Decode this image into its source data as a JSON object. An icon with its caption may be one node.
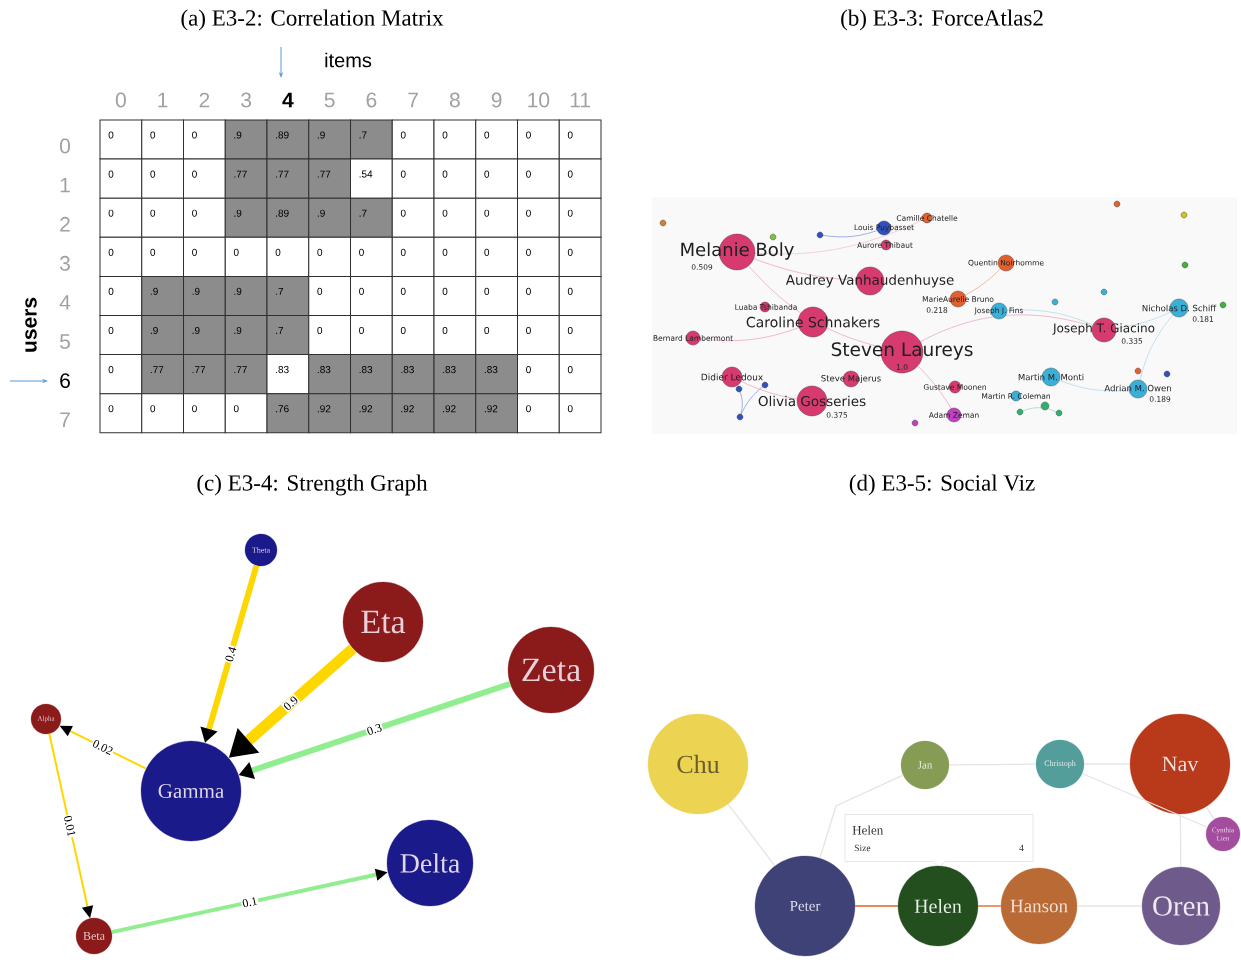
{
  "diagram": {
    "nodes": [
      {
        "text": [
          "Theta"
        ]
      },
      {
        "text": [
          "Eta"
        ]
      },
      {
        "text": [
          "Zeta"
        ]
      },
      {
        "text": [
          "Alpha"
        ]
      },
      {
        "text": [
          "Gamma"
        ]
      },
      {
        "text": [
          "Delta"
        ]
      },
      {
        "text": [
          "Beta"
        ]
      },
      {
        "text": [
          "Chu"
        ]
      },
      {
        "text": [
          "Jan"
        ]
      },
      {
        "text": [
          "Christoph"
        ]
      },
      {
        "text": [
          "Nav"
        ]
      },
      {
        "text": [
          "Cynthia Lien"
        ]
      },
      {
        "text": [
          "Helen",
          "Size",
          "4"
        ]
      },
      {
        "text": [
          "Peter"
        ]
      },
      {
        "text": [
          "Helen"
        ]
      },
      {
        "text": [
          "Hanson"
        ]
      },
      {
        "text": [
          "Oren"
        ]
      }
    ],
    "edges": [
      {
        "from": 0,
        "to": 4,
        "arrow": "to",
        "label": "0.4",
        "style": "thick",
        "color": "#ffd700"
      },
      {
        "from": 1,
        "to": 4,
        "arrow": "to",
        "label": "0.9",
        "style": "thick",
        "color": "#ffd700"
      },
      {
        "from": 2,
        "to": 4,
        "arrow": "to",
        "label": "0.3",
        "style": "thick",
        "color": "#90ee90"
      },
      {
        "from": 4,
        "to": 3,
        "arrow": "to",
        "label": "0.02",
        "color": "#ffd700"
      },
      {
        "from": 3,
        "to": 6,
        "arrow": "to",
        "label": "0.01",
        "color": "#ffd700"
      },
      {
        "from": 6,
        "to": 5,
        "arrow": "to",
        "label": "0.1",
        "style": "thick",
        "color": "#90ee90"
      },
      {
        "from": 7,
        "to": 13,
        "arrow": "none"
      },
      {
        "from": 8,
        "to": 13,
        "arrow": "none"
      },
      {
        "from": 8,
        "to": 9,
        "arrow": "none"
      },
      {
        "from": 9,
        "to": 10,
        "arrow": "none"
      },
      {
        "from": 9,
        "to": 11,
        "arrow": "none"
      },
      {
        "from": 10,
        "to": 11,
        "arrow": "none"
      },
      {
        "from": 10,
        "to": 16,
        "arrow": "none"
      },
      {
        "from": 13,
        "to": 14,
        "arrow": "none",
        "color": "#e0601e"
      },
      {
        "from": 14,
        "to": 15,
        "arrow": "none",
        "color": "#e0601e"
      },
      {
        "from": 15,
        "to": 16,
        "arrow": "none"
      }
    ],
    "labels": [
      "(a) E3-2: Correlation Matrix",
      "(b) E3-3: ForceAtlas2",
      "items",
      "0",
      "1",
      "2",
      "3",
      "4",
      "5",
      "6",
      "7",
      "8",
      "9",
      "10",
      "11",
      "users",
      "0",
      "0",
      "0",
      "0",
      ".9",
      ".89",
      ".9",
      ".7",
      "0",
      "0",
      "0",
      "0",
      "0",
      "1",
      "0",
      "0",
      "0",
      ".77",
      ".77",
      ".77",
      ".54",
      "0",
      "0",
      "0",
      "0",
      "0",
      "2",
      "0",
      "0",
      "0",
      ".9",
      ".89",
      ".9",
      ".7",
      "0",
      "0",
      "0",
      "0",
      "0",
      "3",
      "0",
      "0",
      "0",
      "0",
      "0",
      "0",
      "0",
      "0",
      "0",
      "0",
      "0",
      "0",
      "4",
      "0",
      ".9",
      ".9",
      ".9",
      ".7",
      "0",
      "0",
      "0",
      "0",
      "0",
      "0",
      "0",
      "5",
      "0",
      ".9",
      ".9",
      ".9",
      ".7",
      "0",
      "0",
      "0",
      "0",
      "0",
      "0",
      "0",
      "6",
      "0",
      ".77",
      ".77",
      ".77",
      ".83",
      ".83",
      ".83",
      ".83",
      ".83",
      ".83",
      "0",
      "0",
      "7",
      "0",
      "0",
      "0",
      "0",
      ".76",
      ".92",
      ".92",
      ".92",
      ".92",
      ".92",
      "0",
      "0",
      "Melanie Boly",
      "0.509",
      "Audrey Vanhaudenhuyse",
      "Caroline Schnakers",
      "Steven Laureys",
      "1.0",
      "Olivia Gosseries",
      "0.375",
      "Didier Ledoux",
      "Steve Majerus",
      "Bernard Lambermont",
      "Luaba Tshibanda",
      "Louis Puybasset",
      "Camille Chatelle",
      "Aurore Thibaut",
      "Quentin Noirhomme",
      "MarieAurelie Bruno",
      "0.218",
      "Joseph J. Fins",
      "Joseph T. Giacino",
      "0.335",
      "Nicholas D. Schiff",
      "0.181",
      "Martin M. Monti",
      "Adrian M. Owen",
      "0.189",
      "Gustave Moonen",
      "Martin R. Coleman",
      "Adam Zeman",
      "(c) E3-4: Strength Graph",
      "(d) E3-5: Social Viz"
    ]
  }
}
